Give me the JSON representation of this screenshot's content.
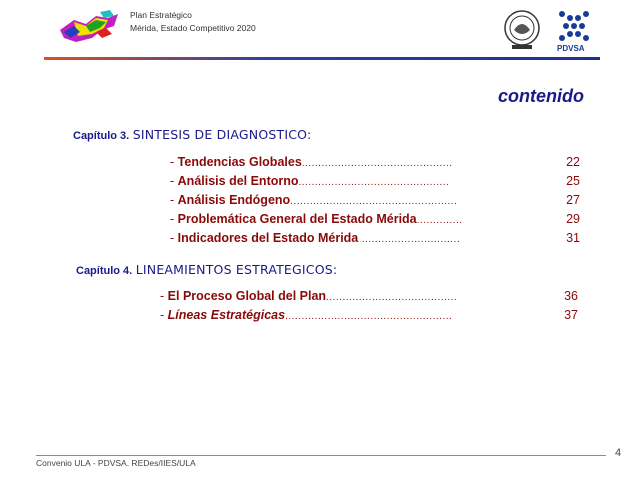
{
  "header": {
    "line1": "Plan Estratégico",
    "line2": "Mérida, Estado Competitivo 2020",
    "logo_right_text": "PDVSA"
  },
  "title": "contenido",
  "chapters": [
    {
      "prefix": "Capítulo 3.",
      "name": "SINTESIS DE DIAGNOSTICO:",
      "entries": [
        {
          "dash": "-",
          "label": "Tendencias Globales",
          "page": "22"
        },
        {
          "dash": "-",
          "label": "Análisis del Entorno",
          "page": "25"
        },
        {
          "dash": "-",
          "label": "Análisis Endógeno",
          "page": "27"
        },
        {
          "dash": "-",
          "label": "Problemática General del Estado Mérida",
          "page": "29"
        },
        {
          "dash": "-",
          "label": "Indicadores del Estado Mérida",
          "page": "31"
        }
      ]
    },
    {
      "prefix": "Capítulo 4.",
      "name": "LINEAMIENTOS ESTRATEGICOS:",
      "entries": [
        {
          "dash": "-",
          "label": "El Proceso Global del Plan",
          "page": "36"
        },
        {
          "dash": "-",
          "label": "Líneas Estratégicas",
          "page": "37"
        }
      ]
    }
  ],
  "footer": {
    "text": "Convenio ULA - PDVSA.  REDes/IIES/ULA",
    "page_number": "4"
  },
  "colors": {
    "title": "#1a1a8a",
    "entry": "#8a0a0a"
  }
}
